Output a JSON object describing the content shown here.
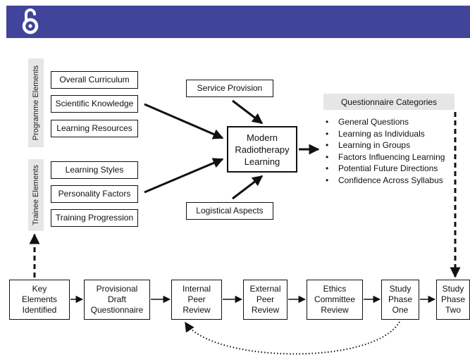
{
  "header": {
    "icon": "open-access-icon",
    "color": "#40449a"
  },
  "programme_elements": {
    "label": "Programme Elements",
    "items": [
      "Overall Curriculum",
      "Scientific Knowledge",
      "Learning Resources"
    ]
  },
  "trainee_elements": {
    "label": "Trainee Elements",
    "items": [
      "Learning Styles",
      "Personality Factors",
      "Training Progression"
    ]
  },
  "service_provision": "Service Provision",
  "logistical_aspects": "Logistical Aspects",
  "central_node": [
    "Modern",
    "Radiotherapy",
    "Learning"
  ],
  "questionnaire": {
    "title": "Questionnaire Categories",
    "categories": [
      "General Questions",
      "Learning as Individuals",
      "Learning in Groups",
      "Factors Influencing Learning",
      "Potential Future Directions",
      "Confidence Across Syllabus"
    ]
  },
  "process_steps": [
    [
      "Key",
      "Elements",
      "Identified"
    ],
    [
      "Provisional",
      "Draft",
      "Questionnaire"
    ],
    [
      "Internal",
      "Peer",
      "Review"
    ],
    [
      "External",
      "Peer",
      "Review"
    ],
    [
      "Ethics",
      "Committee",
      "Review"
    ],
    [
      "Study",
      "Phase",
      "One"
    ],
    [
      "Study",
      "Phase",
      "Two"
    ]
  ]
}
